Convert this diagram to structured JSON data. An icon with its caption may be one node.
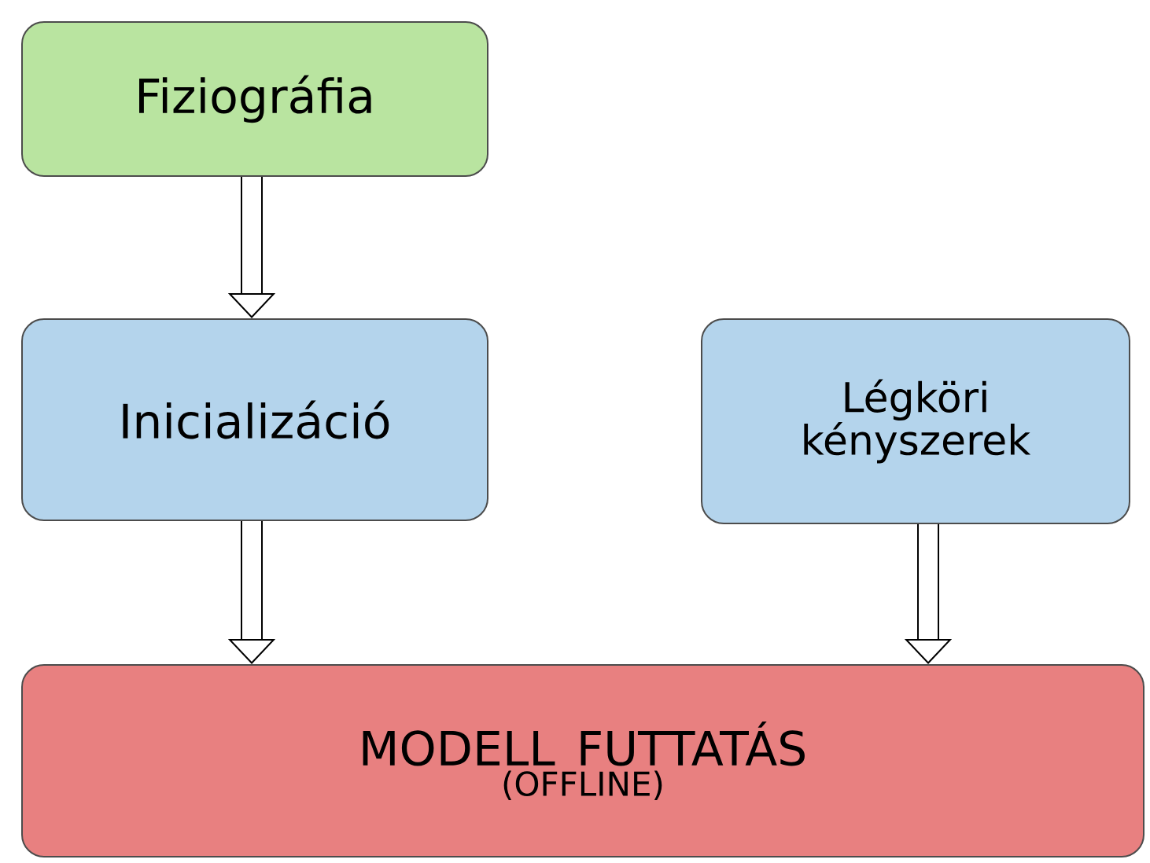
{
  "diagram": {
    "nodes": [
      {
        "text": [
          "Fiziográfia"
        ]
      },
      {
        "text": [
          "Inicializáció"
        ]
      },
      {
        "text": [
          "Légköri kényszerek"
        ]
      },
      {
        "text": [
          "MODELL FUTTATÁS",
          "(OFFLINE)"
        ]
      }
    ],
    "edges": [
      {
        "from": 0,
        "to": 1,
        "arrow": "to"
      },
      {
        "from": 1,
        "to": 3,
        "arrow": "to"
      },
      {
        "from": 2,
        "to": 3,
        "arrow": "to"
      }
    ]
  }
}
